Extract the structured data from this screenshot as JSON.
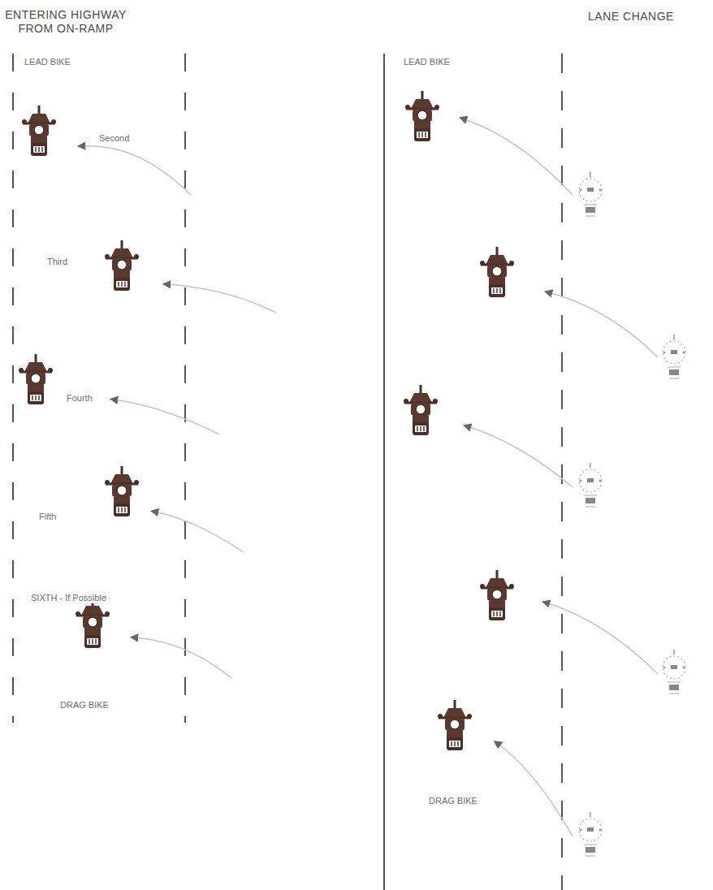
{
  "diagram": {
    "labels": [
      "ENTERING HIGHWAY FROM ON-RAMP",
      "LANE CHANGE",
      "LEAD BIKE",
      "Second",
      "Third",
      "Fourth",
      "Fifth",
      "SIXTH - If Possible",
      "DRAG BIKE",
      "LEAD BIKE",
      "DRAG BIKE"
    ]
  }
}
